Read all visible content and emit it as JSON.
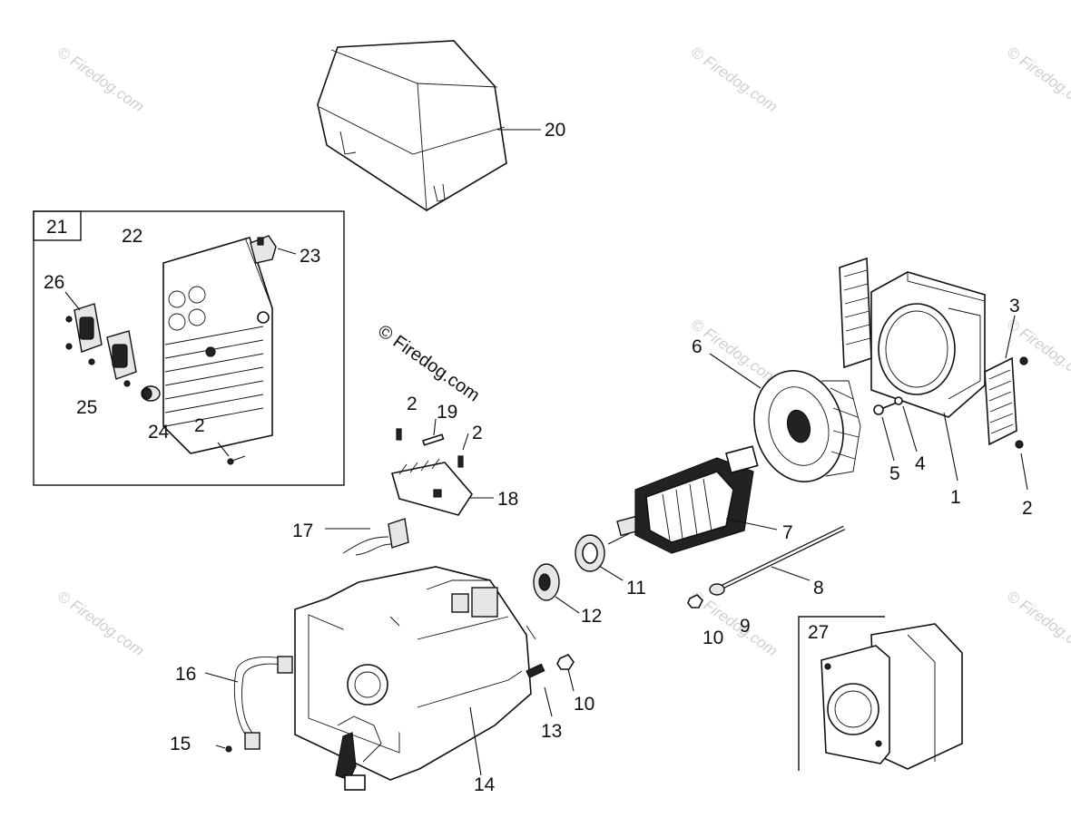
{
  "diagram": {
    "watermark_text": "© Firedog.com",
    "labels": {
      "l1": "1",
      "l2a": "2",
      "l2b": "2",
      "l2c": "2",
      "l2d": "2",
      "l3": "3",
      "l4": "4",
      "l5": "5",
      "l6": "6",
      "l7": "7",
      "l8": "8",
      "l9": "9",
      "l10a": "10",
      "l10b": "10",
      "l11": "11",
      "l12": "12",
      "l13": "13",
      "l14": "14",
      "l15": "15",
      "l16": "16",
      "l17": "17",
      "l18": "18",
      "l19": "19",
      "l20": "20",
      "l21": "21",
      "l22": "22",
      "l23": "23",
      "l24": "24",
      "l25": "25",
      "l26": "26",
      "l27": "27"
    }
  }
}
